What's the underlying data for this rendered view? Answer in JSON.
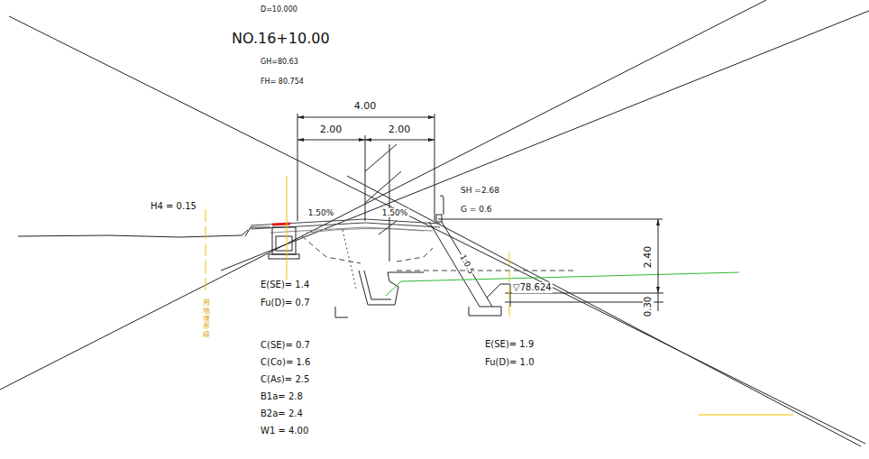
{
  "diagram": {
    "title": "NO.16+10.00",
    "labels": [
      "D=10.000",
      "GH=80.63",
      "FH= 80.754",
      "4.00",
      "2.00",
      "2.00",
      "H4 = 0.15",
      "1.50%",
      "1.50%",
      "SH =2.68",
      "G = 0.6",
      "2.40",
      "0.30",
      "1:0.5",
      "▽78.624",
      "E(SE)= 1.4",
      "Fu(D)= 0.7",
      "C(SE)= 0.7",
      "C(Co)= 1.6",
      "C(As)= 2.5",
      "B1a= 2.8",
      "B2a= 2.4",
      "W1 = 4.00",
      "E(SE)= 1.9",
      "Fu(D)= 1.0",
      "用地境界線"
    ]
  }
}
